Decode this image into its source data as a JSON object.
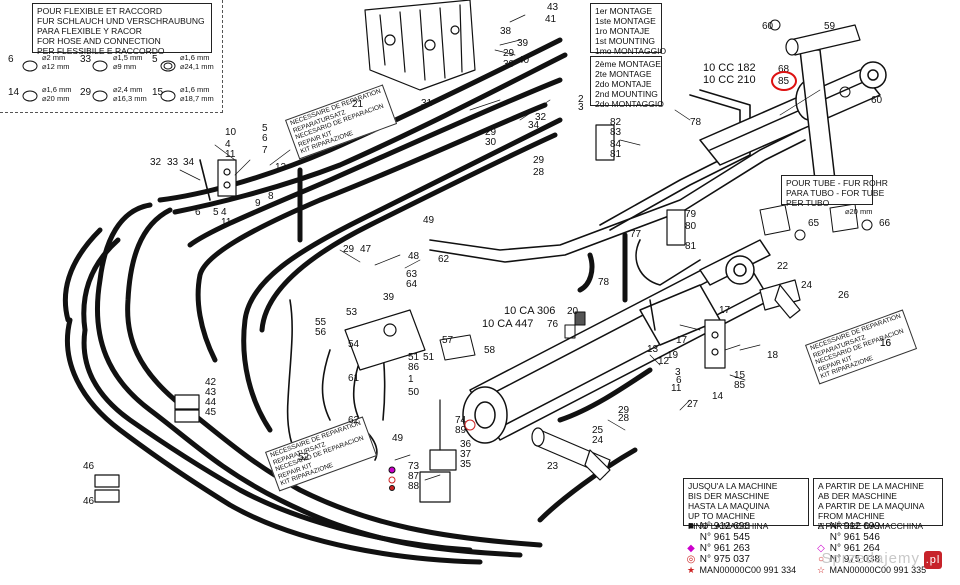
{
  "hose_kit_box": {
    "lines": [
      "POUR FLEXIBLE ET RACCORD",
      "FUR SCHLAUCH UND VERSCHRAUBUNG",
      "PARA FLEXIBLE Y RACOR",
      "FOR HOSE AND CONNECTION",
      "PER FLESSIBILE E RACCORDO"
    ]
  },
  "fitting_sizes": [
    {
      "ref": "6",
      "a": "⌀2 mm",
      "b": "⌀12 mm"
    },
    {
      "ref": "33",
      "a": "⌀1,5 mm",
      "b": "⌀9 mm"
    },
    {
      "ref": "5",
      "a": "⌀1,6 mm",
      "b": "⌀24,1 mm"
    },
    {
      "ref": "14",
      "a": "⌀1,6 mm",
      "b": "⌀20 mm"
    },
    {
      "ref": "29",
      "a": "⌀2,4 mm",
      "b": "⌀16,3 mm"
    },
    {
      "ref": "15",
      "a": "⌀1,6 mm",
      "b": "⌀18,7 mm"
    }
  ],
  "mount_box_1": {
    "lines": [
      "1er MONTAGE",
      "1ste MONTAGE",
      "1ro MONTAJE",
      "1st MOUNTING",
      "1mo MONTAGGIO"
    ]
  },
  "mount_box_2": {
    "lines": [
      "2ème MONTAGE",
      "2te MONTAGE",
      "2do MONTAJE",
      "2nd MOUNTING",
      "2do MONTAGGIO"
    ]
  },
  "tube_box": {
    "lines": [
      "POUR TUBE - FUR ROHR",
      "PARA TUBO - FOR TUBE",
      "PER TUBO"
    ]
  },
  "tube_size": "⌀20 mm",
  "repair_kit_text": [
    "NECESSAIRE DE REPARATION",
    "REPARATURSATZ",
    "NECESARIO DE REPARACION",
    "REPAIR KIT",
    "KIT RIPARAZIONE"
  ],
  "cc_refs": [
    {
      "text": "10 CC 182",
      "ref": "68"
    },
    {
      "text": "10 CC 210",
      "ref": "85"
    }
  ],
  "ca_refs": [
    {
      "text": "10 CA 306",
      "ref": "20"
    },
    {
      "text": "10 CA 447",
      "ref": "76"
    }
  ],
  "serial_until": {
    "lines": [
      "JUSQU'A LA MACHINE",
      "BIS DER MASCHINE",
      "HASTA LA MAQUINA",
      "UP TO MACHINE",
      "FINO LA MACCHINA"
    ],
    "rows": [
      {
        "sym": "■",
        "text": "N° 912 698"
      },
      {
        "sym": "",
        "text": "N° 961 545"
      },
      {
        "sym": "◆",
        "text": "N° 961 263"
      },
      {
        "sym": "◎",
        "text": "N° 975 037"
      },
      {
        "sym": "★",
        "text": "MAN00000C00 991 334"
      }
    ]
  },
  "serial_from": {
    "lines": [
      "A PARTIR DE LA MACHINE",
      "AB DER MASCHINE",
      "A PARTIR DE LA MAQUINA",
      "FROM MACHINE",
      "A PARTIRE DA MACCHINA"
    ],
    "rows": [
      {
        "sym": "□",
        "text": "N° 912 699"
      },
      {
        "sym": "",
        "text": "N° 961 546"
      },
      {
        "sym": "◇",
        "text": "N° 961 264"
      },
      {
        "sym": "○",
        "text": "N° 975 038"
      },
      {
        "sym": "☆",
        "text": "MAN00000C00 991 335"
      }
    ]
  },
  "part_labels": [
    {
      "n": "43"
    },
    {
      "n": "41"
    },
    {
      "n": "38"
    },
    {
      "n": "39"
    },
    {
      "n": "29"
    },
    {
      "n": "30"
    },
    {
      "n": "31"
    },
    {
      "n": "40"
    },
    {
      "n": "2"
    },
    {
      "n": "3"
    },
    {
      "n": "32"
    },
    {
      "n": "34"
    },
    {
      "n": "21"
    },
    {
      "n": "29"
    },
    {
      "n": "30"
    },
    {
      "n": "10"
    },
    {
      "n": "4"
    },
    {
      "n": "11"
    },
    {
      "n": "5"
    },
    {
      "n": "6"
    },
    {
      "n": "7"
    },
    {
      "n": "8"
    },
    {
      "n": "9"
    },
    {
      "n": "12"
    },
    {
      "n": "32"
    },
    {
      "n": "33"
    },
    {
      "n": "34"
    },
    {
      "n": "6"
    },
    {
      "n": "4"
    },
    {
      "n": "5"
    },
    {
      "n": "11"
    },
    {
      "n": "28"
    },
    {
      "n": "29"
    },
    {
      "n": "82"
    },
    {
      "n": "83"
    },
    {
      "n": "84"
    },
    {
      "n": "81"
    },
    {
      "n": "78"
    },
    {
      "n": "59"
    },
    {
      "n": "60"
    },
    {
      "n": "60"
    },
    {
      "n": "79"
    },
    {
      "n": "80"
    },
    {
      "n": "81"
    },
    {
      "n": "65"
    },
    {
      "n": "66"
    },
    {
      "n": "77"
    },
    {
      "n": "49"
    },
    {
      "n": "29"
    },
    {
      "n": "47"
    },
    {
      "n": "48"
    },
    {
      "n": "63"
    },
    {
      "n": "64"
    },
    {
      "n": "62"
    },
    {
      "n": "39"
    },
    {
      "n": "22"
    },
    {
      "n": "24"
    },
    {
      "n": "26"
    },
    {
      "n": "78"
    },
    {
      "n": "55"
    },
    {
      "n": "56"
    },
    {
      "n": "53"
    },
    {
      "n": "54"
    },
    {
      "n": "57"
    },
    {
      "n": "58"
    },
    {
      "n": "51"
    },
    {
      "n": "86"
    },
    {
      "n": "17"
    },
    {
      "n": "16"
    },
    {
      "n": "18"
    },
    {
      "n": "15"
    },
    {
      "n": "85"
    },
    {
      "n": "13"
    },
    {
      "n": "19"
    },
    {
      "n": "6"
    },
    {
      "n": "42"
    },
    {
      "n": "43"
    },
    {
      "n": "44"
    },
    {
      "n": "45"
    },
    {
      "n": "61"
    },
    {
      "n": "50"
    },
    {
      "n": "1"
    },
    {
      "n": "62"
    },
    {
      "n": "74"
    },
    {
      "n": "89"
    },
    {
      "n": "49"
    },
    {
      "n": "52"
    },
    {
      "n": "36"
    },
    {
      "n": "37"
    },
    {
      "n": "35"
    },
    {
      "n": "73"
    },
    {
      "n": "87"
    },
    {
      "n": "88"
    },
    {
      "n": "46"
    },
    {
      "n": "46"
    },
    {
      "n": "29"
    },
    {
      "n": "28"
    },
    {
      "n": "25"
    },
    {
      "n": "24"
    },
    {
      "n": "23"
    },
    {
      "n": "14"
    },
    {
      "n": "27"
    },
    {
      "n": "11"
    },
    {
      "n": "3"
    },
    {
      "n": "51"
    },
    {
      "n": "12"
    },
    {
      "n": "17"
    },
    {
      "n": "16"
    }
  ],
  "watermark": "Sprzedajemy",
  "watermark_badge": ".pl"
}
